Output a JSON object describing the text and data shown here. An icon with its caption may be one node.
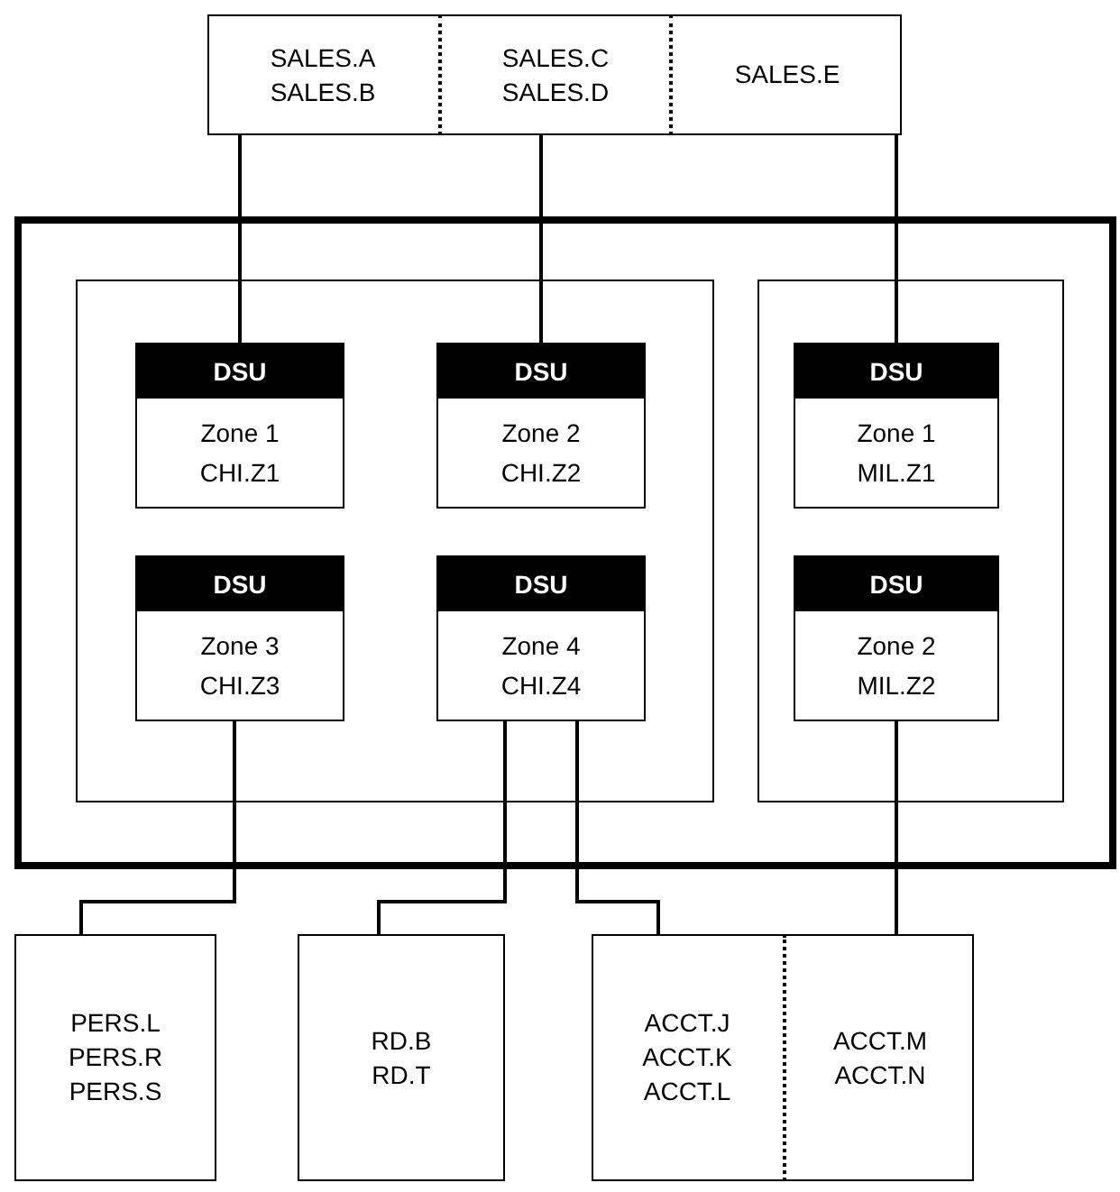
{
  "diagram": {
    "nodes": [
      {
        "text": [],
        "shape": "box"
      },
      {
        "text": [
          "SALES.A",
          "SALES.B"
        ],
        "in": 0
      },
      {
        "text": [
          "SALES.C",
          "SALES.D"
        ],
        "in": 0
      },
      {
        "text": [
          "SALES.E"
        ],
        "in": 0
      },
      {
        "text": [],
        "shape": "box"
      },
      {
        "text": [],
        "shape": "box",
        "in": 4
      },
      {
        "text": [
          "DSU",
          "Zone 1",
          "CHI.Z1"
        ],
        "in": 5
      },
      {
        "text": [
          "DSU",
          "Zone 2",
          "CHI.Z2"
        ],
        "in": 5
      },
      {
        "text": [
          "DSU",
          "Zone 3",
          "CHI.Z3"
        ],
        "in": 5
      },
      {
        "text": [
          "DSU",
          "Zone 4",
          "CHI.Z4"
        ],
        "in": 5
      },
      {
        "text": [],
        "shape": "box",
        "in": 4
      },
      {
        "text": [
          "DSU",
          "Zone 1",
          "MIL.Z1"
        ],
        "in": 10
      },
      {
        "text": [
          "DSU",
          "Zone 2",
          "MIL.Z2"
        ],
        "in": 10
      },
      {
        "text": [
          "PERS.L",
          "PERS.R",
          "PERS.S"
        ]
      },
      {
        "text": [
          "RD.B",
          "RD.T"
        ]
      },
      {
        "text": [],
        "shape": "box"
      },
      {
        "text": [
          "ACCT.J",
          "ACCT.K",
          "ACCT.L"
        ],
        "in": 15
      },
      {
        "text": [
          "ACCT.M",
          "ACCT.N"
        ],
        "in": 15
      }
    ],
    "edges": [
      {
        "from": 1,
        "to": 6,
        "arrow": "none"
      },
      {
        "from": 2,
        "to": 7,
        "arrow": "none"
      },
      {
        "from": 3,
        "to": 11,
        "arrow": "none"
      },
      {
        "from": 8,
        "to": 13,
        "arrow": "none"
      },
      {
        "from": 9,
        "to": 14,
        "arrow": "none"
      },
      {
        "from": 9,
        "to": 16,
        "arrow": "none"
      },
      {
        "from": 12,
        "to": 17,
        "arrow": "none"
      }
    ]
  }
}
